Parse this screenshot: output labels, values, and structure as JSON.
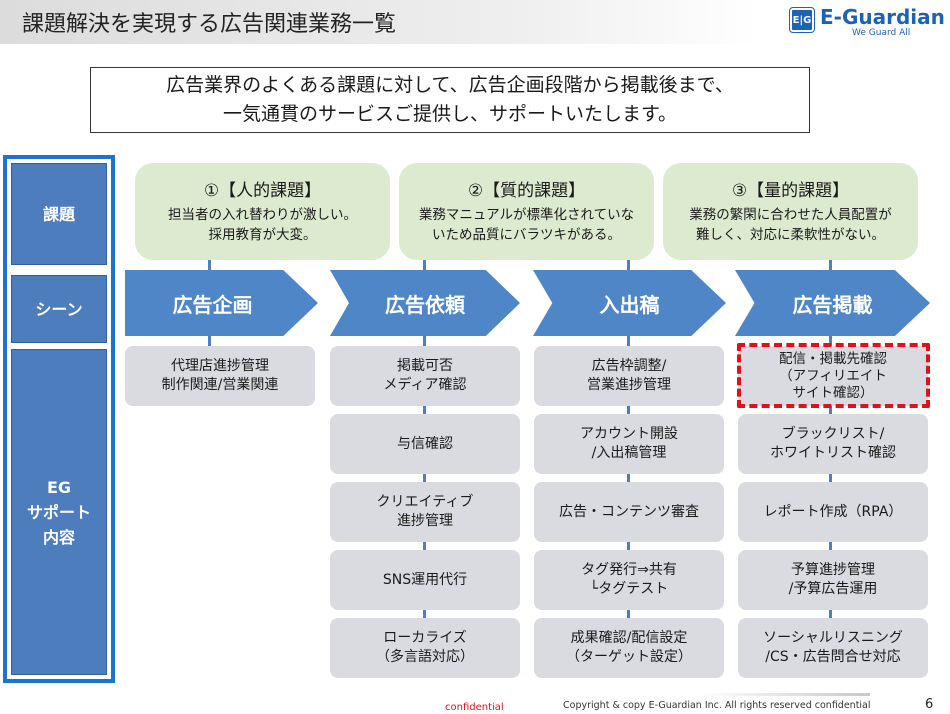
{
  "header": {
    "title": "課題解決を実現する広告関連業務一覧",
    "logo_mark": "E|G",
    "logo_name": "E-Guardian",
    "logo_tagline": "We Guard All"
  },
  "intro": {
    "line1": "広告業界のよくある課題に対して、広告企画段階から掲載後まで、",
    "line2": "一気通貫のサービスご提供し、サポートいたします。"
  },
  "left_labels": {
    "issues": "課題",
    "scene": "シーン",
    "support_line1": "EG",
    "support_line2": "サポート",
    "support_line3": "内容"
  },
  "issues": [
    {
      "title": "①【人的課題】",
      "desc1": "担当者の入れ替わりが激しい。",
      "desc2": "採用教育が大変。"
    },
    {
      "title": "②【質的課題】",
      "desc1": "業務マニュアルが標準化されていな",
      "desc2": "いため品質にバラツキがある。"
    },
    {
      "title": "③【量的課題】",
      "desc1": "業務の繁閑に合わせた人員配置が",
      "desc2": "難しく、対応に柔軟性がない。"
    }
  ],
  "scenes": {
    "plan": "広告企画",
    "request": "広告依頼",
    "submission": "入出稿",
    "publish": "広告掲載"
  },
  "tasks": {
    "plan": [
      {
        "line1": "代理店進捗管理",
        "line2": "制作関連/営業関連"
      }
    ],
    "request": [
      {
        "line1": "掲載可否",
        "line2": "メディア確認"
      },
      {
        "line1": "与信確認",
        "line2": ""
      },
      {
        "line1": "クリエイティブ",
        "line2": "進捗管理"
      },
      {
        "line1": "SNS運用代行",
        "line2": ""
      },
      {
        "line1": "ローカライズ",
        "line2": "（多言語対応）"
      }
    ],
    "submission": [
      {
        "line1": "広告枠調整/",
        "line2": "営業進捗管理"
      },
      {
        "line1": "アカウント開設",
        "line2": "/入出稿管理"
      },
      {
        "line1": "広告・コンテンツ審査",
        "line2": ""
      },
      {
        "line1": "タグ発行⇒共有",
        "line2": "└タグテスト"
      },
      {
        "line1": "成果確認/配信設定",
        "line2": "（ターゲット設定）"
      }
    ],
    "publish": [
      {
        "line1": "配信・掲載先確認",
        "line2": "（アフィリエイト",
        "line3": "サイト確認）"
      },
      {
        "line1": "ブラックリスト/",
        "line2": "ホワイトリスト確認"
      },
      {
        "line1": "レポート作成（RPA）",
        "line2": ""
      },
      {
        "line1": "予算進捗管理",
        "line2": "/予算広告運用"
      },
      {
        "line1": "ソーシャルリスニング",
        "line2": "/CS・広告問合せ対応"
      }
    ]
  },
  "footer": {
    "confidential": "confidential",
    "copyright": "Copyright & copy E-Guardian Inc.  All rights reserved  confidential",
    "page_number": "6"
  },
  "colors": {
    "scene_blue": "#4e86c8",
    "issue_green": "#dcebd0",
    "task_gray": "#d9dbe0",
    "highlight_red": "#e0111a",
    "brand_blue": "#1d63b5"
  }
}
